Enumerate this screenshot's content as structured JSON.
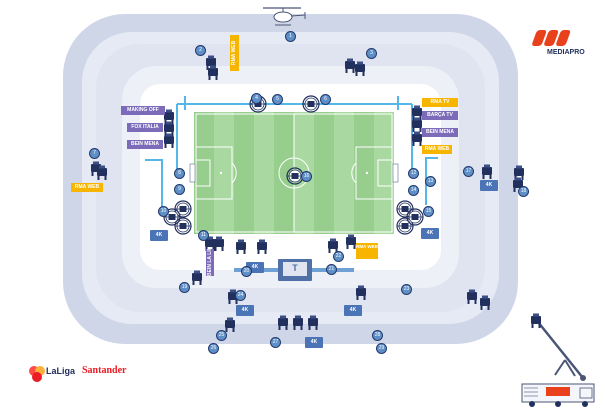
{
  "brand": {
    "mediapro_label": "MEDIAPRO",
    "laliga_label": "LaLiga",
    "sponsor_label": "Santander"
  },
  "colors": {
    "stand_outer": "#cfd6e8",
    "stand_inner": "#dfe4f0",
    "pitch_light": "#a9d9a0",
    "pitch_dark": "#97cd8d",
    "cable": "#55b6ea",
    "camera": "#22305e",
    "badge_fill": "#5e8fc7",
    "label_purple": "#7b6bb8",
    "label_yellow": "#f7b500",
    "brand_orange": "#e8411c"
  },
  "labels": {
    "rma_web_top": "RMA WEB",
    "making_off": "MAKING OFF",
    "fox_italia": "FOX ITALIA",
    "bein_mena_left": "BEIN MENA",
    "rma_web_left": "RMA WEB",
    "rma_tv": "RMA TV",
    "barca_tv": "BARÇA TV",
    "bein_mena_right": "BEIN MENA",
    "rma_web_right": "RMA WEB",
    "bein_la_liga": "BEIN LA LIGA",
    "rma_web_bottom": "RMA WEB"
  },
  "cam_badges": {
    "helicopter": "1",
    "high_left": "2",
    "high_right": "3",
    "pitch_tl": "4",
    "pitch_tc": "5",
    "pitch_tr": "6",
    "left_stand": "7",
    "left_a": "8",
    "left_b": "9",
    "left_c": "10",
    "left_d": "11",
    "right_a": "12",
    "right_b": "13",
    "right_c": "14",
    "right_d": "15",
    "centre_spot": "16",
    "right_stand_a": "17",
    "right_stand_b": "18",
    "bottom_a": "19",
    "bottom_b": "20",
    "bottom_c": "21",
    "bottom_d": "22",
    "bottom_e": "23",
    "bottom_f": "24",
    "outer_a": "25",
    "outer_b": "26",
    "outer_c": "27",
    "outer_d": "28",
    "crane": "29"
  },
  "four_k": {
    "right_outer": "4K",
    "left_inner": "4K",
    "right_inner": "4K",
    "bottom_mid": "4K",
    "bottom_left": "4K",
    "bottom_right": "4K",
    "bottom_low": "4K"
  },
  "tunnel_mark": "T"
}
